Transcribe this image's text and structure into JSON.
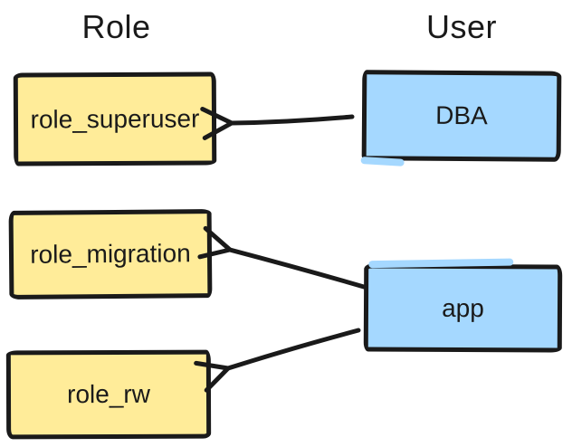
{
  "headers": {
    "role": "Role",
    "user": "User"
  },
  "roles": [
    {
      "id": "role_superuser",
      "label": "role_superuser"
    },
    {
      "id": "role_migration",
      "label": "role_migration"
    },
    {
      "id": "role_rw",
      "label": "role_rw"
    }
  ],
  "users": [
    {
      "id": "DBA",
      "label": "DBA"
    },
    {
      "id": "app",
      "label": "app"
    }
  ],
  "edges": [
    {
      "from": "DBA",
      "to": "role_superuser"
    },
    {
      "from": "app",
      "to": "role_migration"
    },
    {
      "from": "app",
      "to": "role_rw"
    }
  ],
  "colors": {
    "role-fill": "#ffec99",
    "user-fill": "#a5d8ff",
    "stroke": "#1a1a1a",
    "text": "#1a1a1a",
    "background": "#ffffff"
  }
}
